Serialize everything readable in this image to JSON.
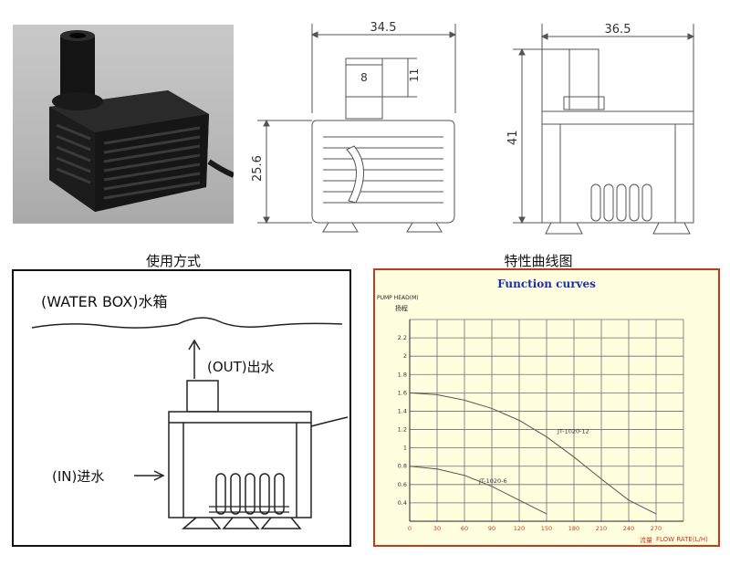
{
  "photo": {
    "alt": ""
  },
  "front_view": {
    "width_label": "34.5",
    "outlet_width_label": "8",
    "outlet_height_label": "11",
    "body_height_label": "25.6"
  },
  "side_view": {
    "width_label": "36.5",
    "height_label": "41"
  },
  "usage_diagram": {
    "caption": "使用方式",
    "water_box_label": "(WATER BOX)水箱",
    "out_label": "(OUT)出水",
    "in_label": "(IN)进水"
  },
  "curves_caption": "特性曲线图",
  "chart_data": {
    "type": "line",
    "title": "Function curves",
    "ylabel": "PUMP HEAD(M)",
    "ylabel_cn": "扬程",
    "xlabel": "FLOW RATE(L/H)",
    "xlabel_cn": "流量",
    "x_ticks": [
      0,
      30,
      60,
      90,
      120,
      150,
      180,
      210,
      240,
      270
    ],
    "y_ticks": [
      0.4,
      0.6,
      0.8,
      1.0,
      1.2,
      1.4,
      1.6,
      1.8,
      2.0,
      2.2
    ],
    "y_tick_labels": [
      "0.4",
      "0.6",
      "0.8",
      "1",
      "1.2",
      "1.4",
      "1.6",
      "1.8",
      "2",
      "2.2"
    ],
    "xlim": [
      0,
      300
    ],
    "ylim": [
      0.2,
      2.4
    ],
    "series": [
      {
        "name": "JT-1020-12",
        "x": [
          0,
          30,
          60,
          90,
          120,
          150,
          180,
          210,
          240,
          270
        ],
        "y": [
          1.6,
          1.58,
          1.52,
          1.43,
          1.3,
          1.12,
          0.9,
          0.66,
          0.43,
          0.28
        ]
      },
      {
        "name": "JT-1020-6",
        "x": [
          0,
          30,
          60,
          90,
          120,
          150
        ],
        "y": [
          0.8,
          0.77,
          0.7,
          0.58,
          0.43,
          0.28
        ]
      }
    ],
    "grid": true,
    "colors": {
      "grid": "#6e6e6e",
      "curve": "#555555",
      "axis_text": "#c43b1a",
      "title": "#1a2fb0",
      "border": "#c43b1a"
    }
  }
}
